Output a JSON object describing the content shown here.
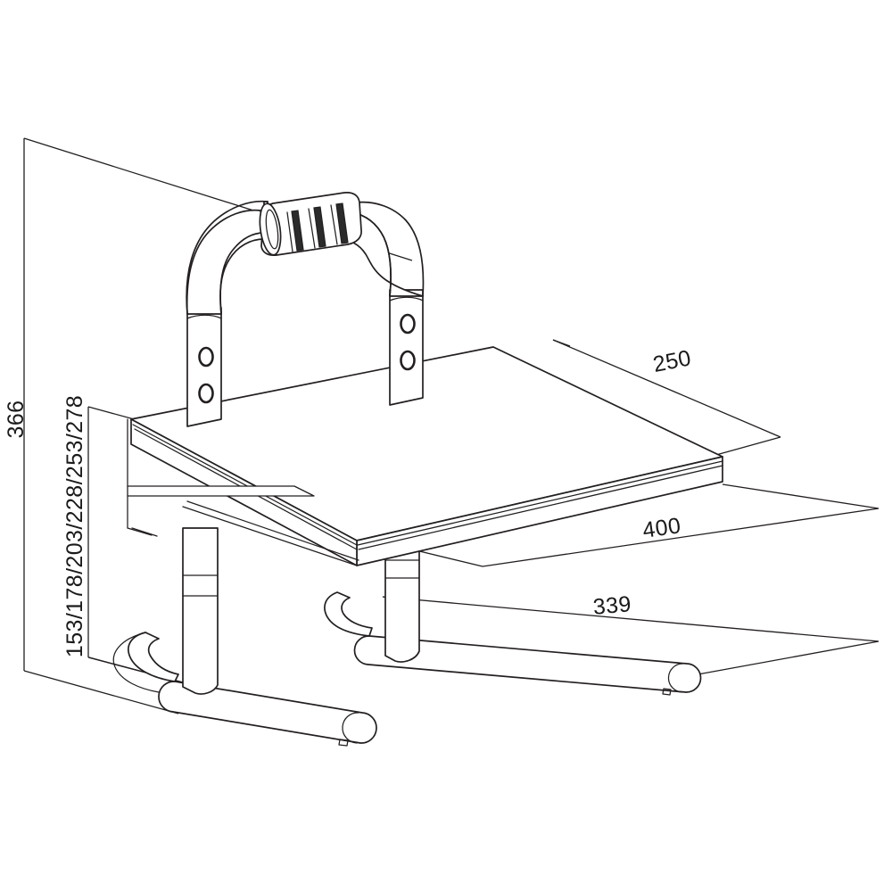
{
  "drawing": {
    "title": "Height adjustable cantilever footrest technical line drawing",
    "view": "isometric",
    "background_color": "#ffffff",
    "line_color": "#231f20",
    "units": "mm"
  },
  "dimensions": {
    "overall_height": {
      "label": "366",
      "name": "overall-height",
      "orientation": "vertical-rotated",
      "units": "mm"
    },
    "adjustable_heights": {
      "label": "153/178/203/228/253/278",
      "name": "adjustable-height-steps",
      "orientation": "vertical-rotated",
      "steps": [
        "153",
        "178",
        "203",
        "228",
        "253",
        "278"
      ],
      "units": "mm"
    },
    "depth": {
      "label": "250",
      "name": "platform-depth",
      "units": "mm"
    },
    "width": {
      "label": "400",
      "name": "platform-width",
      "units": "mm"
    },
    "base_depth": {
      "label": "339",
      "name": "base-depth",
      "units": "mm"
    }
  },
  "parts": {
    "handle": "u-shaped-tube-handle",
    "grip": "ribbed-grip-sleeve",
    "grip_band_count": 3,
    "upright_left": "telescoping-left-upright",
    "upright_right": "telescoping-right-upright",
    "adjustment_holes_per_upright": 2,
    "platform": "footrest-platform",
    "support_rail": "under-platform-support-rail",
    "foot_front": "front-cantilever-foot",
    "foot_rear": "rear-cantilever-foot"
  }
}
